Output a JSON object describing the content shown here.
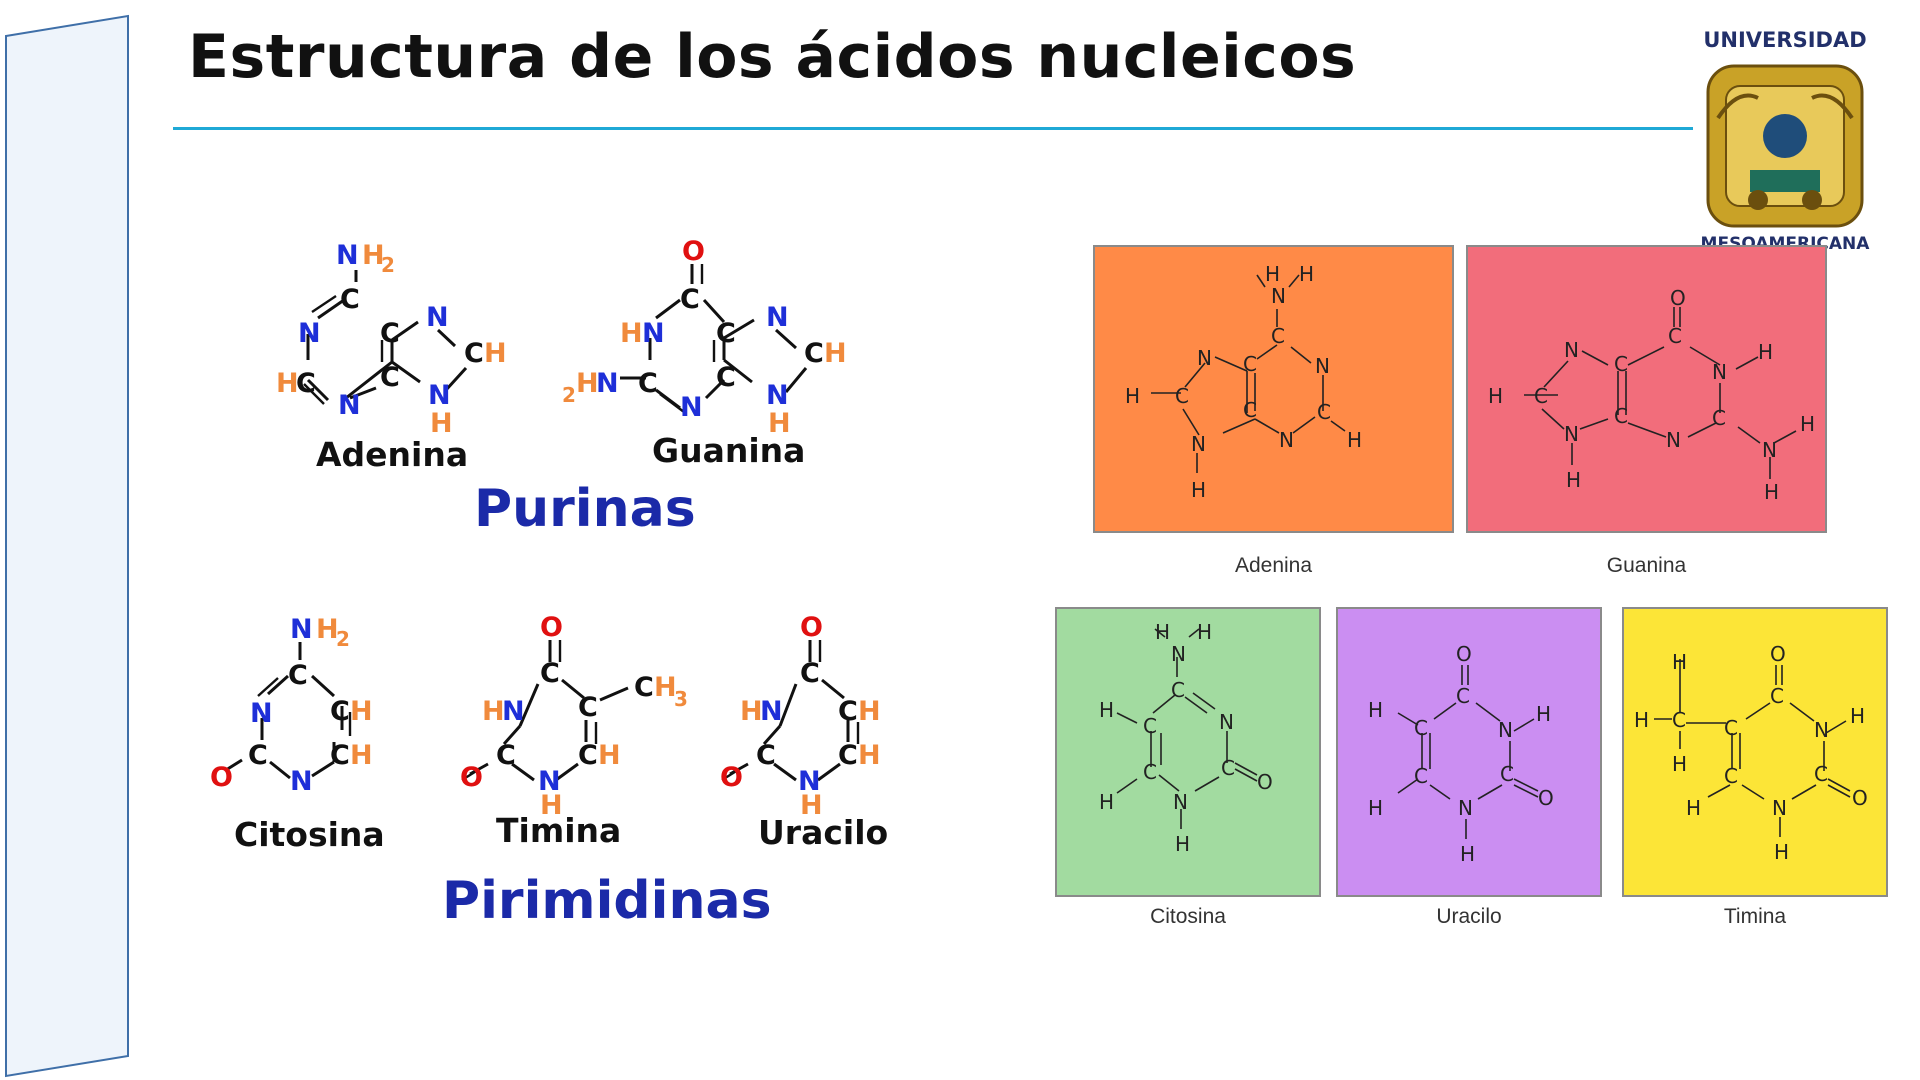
{
  "slide": {
    "title": "Estructura de los ácidos nucleicos"
  },
  "logo": {
    "top_text": "UNIVERSIDAD",
    "bottom_text": "MESOAMERICANA"
  },
  "left_diagram": {
    "purines_heading": "Purinas",
    "pyrimidines_heading": "Pirimidinas",
    "molecules": {
      "adenina": "Adenina",
      "guanina": "Guanina",
      "citosina": "Citosina",
      "timina": "Timina",
      "uracilo": "Uracilo"
    },
    "colors": {
      "carbon": "#111111",
      "nitrogen": "#1e2fd8",
      "hydrogen": "#f08a3c",
      "oxygen": "#e01010",
      "heading": "#1b2aa8"
    }
  },
  "right_diagram": {
    "cards": [
      {
        "key": "adenina",
        "caption": "Adenina",
        "color": "#ff8a47"
      },
      {
        "key": "guanina",
        "caption": "Guanina",
        "color": "#f26d7b"
      },
      {
        "key": "citosina",
        "caption": "Citosina",
        "color": "#a2dba0"
      },
      {
        "key": "uracilo",
        "caption": "Uracilo",
        "color": "#cb8ef2"
      },
      {
        "key": "timina",
        "caption": "Timina",
        "color": "#fce537"
      }
    ]
  }
}
